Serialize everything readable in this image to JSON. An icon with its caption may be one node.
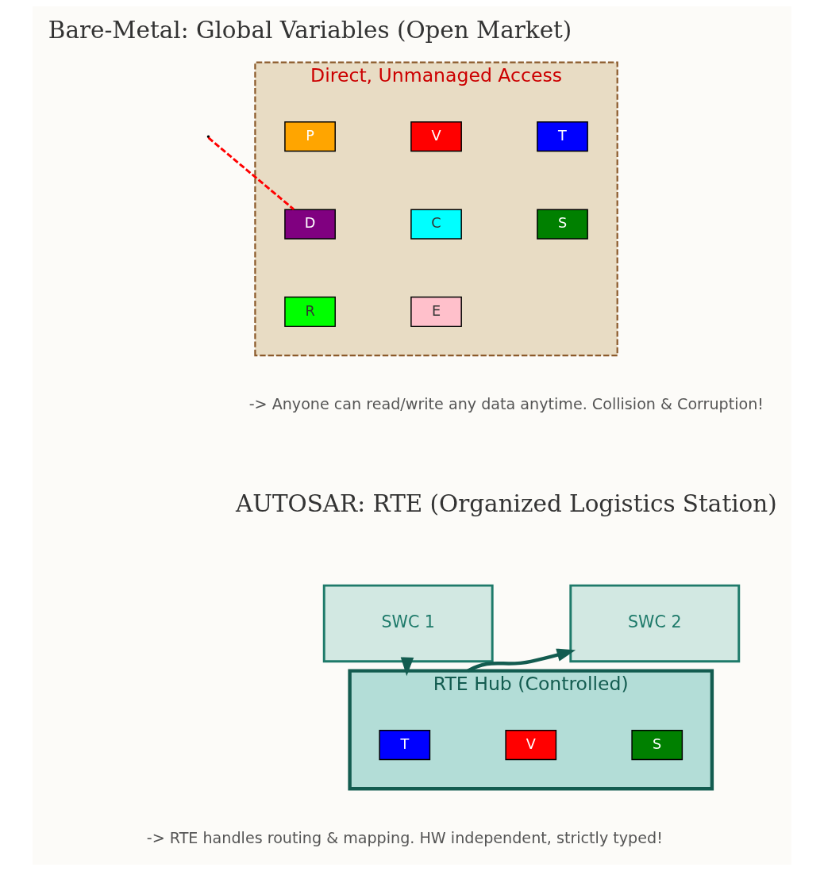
{
  "diagram": {
    "nodes": [
      {
        "text": [
          "Direct, Unmanaged Access"
        ]
      },
      {
        "text": [
          "P"
        ],
        "in": 0
      },
      {
        "text": [
          "V"
        ],
        "in": 0
      },
      {
        "text": [
          "T"
        ],
        "in": 0
      },
      {
        "text": [
          "D"
        ],
        "in": 0
      },
      {
        "text": [
          "C"
        ],
        "in": 0
      },
      {
        "text": [
          "S"
        ],
        "in": 0
      },
      {
        "text": [
          "R"
        ],
        "in": 0
      },
      {
        "text": [
          "E"
        ],
        "in": 0
      },
      {
        "text": [
          "SWC 1"
        ]
      },
      {
        "text": [
          "SWC 2"
        ]
      },
      {
        "text": [
          "RTE Hub (Controlled)"
        ]
      },
      {
        "text": [
          "T"
        ],
        "in": 11
      },
      {
        "text": [
          "V"
        ],
        "in": 11
      },
      {
        "text": [
          "S"
        ],
        "in": 11
      }
    ],
    "edges": [
      {
        "from": null,
        "to": 4,
        "arrow": "none",
        "style": "dashed",
        "color": "#ff0000"
      },
      {
        "from": 9,
        "to": 11,
        "arrow": "to",
        "color": "#135c50"
      },
      {
        "from": 11,
        "to": 10,
        "arrow": "to",
        "color": "#135c50"
      }
    ],
    "labels": [
      "Bare-Metal: Global Variables (Open Market)",
      "-> Anyone can read/write any data anytime. Collision & Corruption!",
      "AUTOSAR: RTE (Organized Logistics Station)",
      "-> RTE handles routing & mapping. HW independent, strictly typed!"
    ]
  }
}
